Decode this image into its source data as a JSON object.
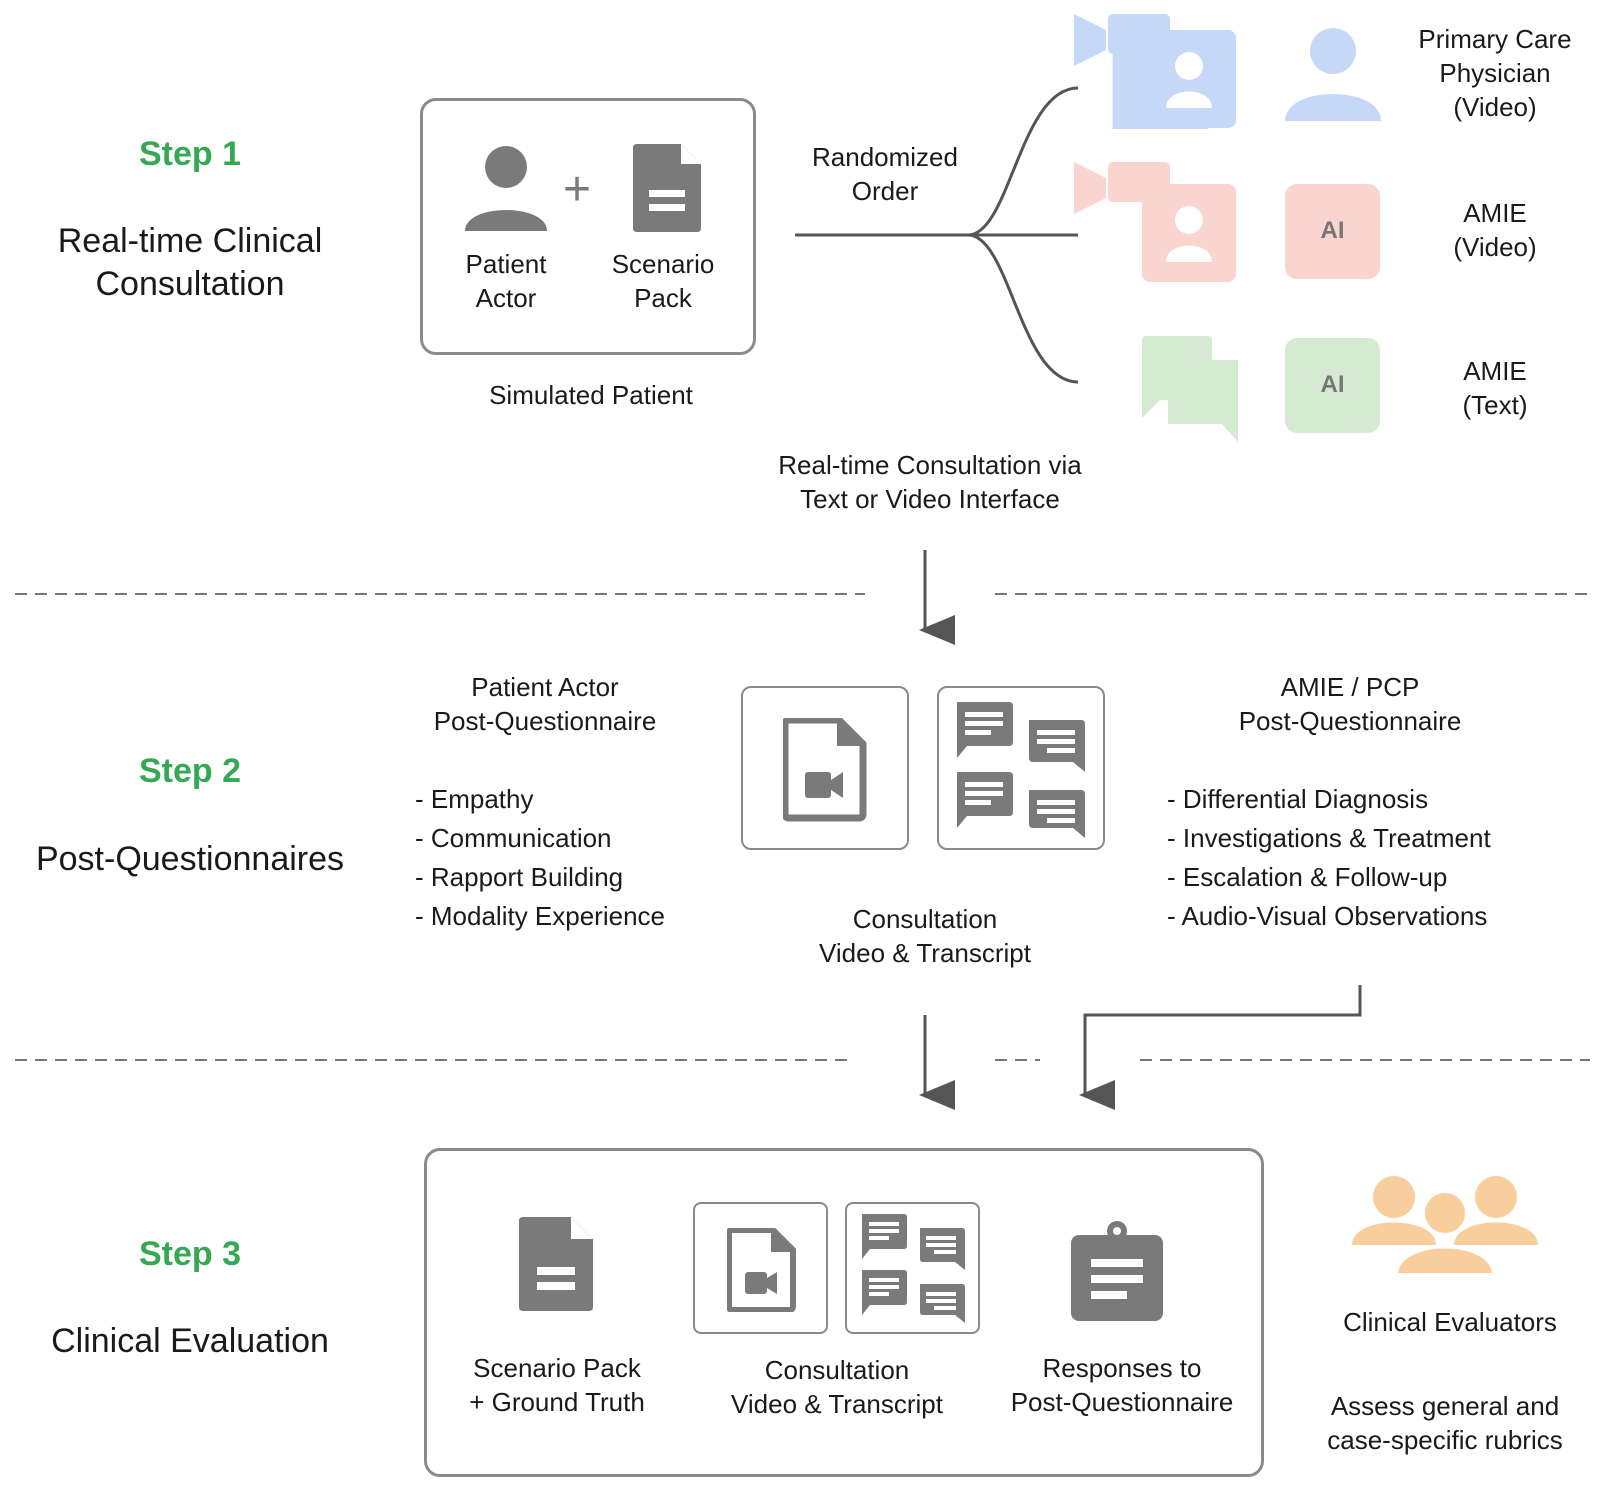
{
  "colors": {
    "step_green": "#34a853",
    "icon_gray": "#7a7a7a",
    "pcp_blue": "#c5d8f7",
    "amie_video_pink": "#fad4cf",
    "amie_text_green": "#d6ead3",
    "evaluator_orange": "#f8cf9c"
  },
  "step1": {
    "label": "Step 1",
    "name_line1": "Real-time Clinical",
    "name_line2": "Consultation",
    "simulated_patient": {
      "caption": "Simulated Patient",
      "patient_actor_line1": "Patient",
      "patient_actor_line2": "Actor",
      "plus": "+",
      "scenario_pack_line1": "Scenario",
      "scenario_pack_line2": "Pack",
      "icons": [
        "person-icon",
        "document-icon"
      ]
    },
    "randomized_line1": "Randomized",
    "randomized_line2": "Order",
    "interface_line1": "Real-time Consultation via",
    "interface_line2": "Text or Video Interface",
    "arms": [
      {
        "line1": "Primary Care",
        "line2": "Physician",
        "line3": "(Video)",
        "icons": [
          "video-call-icon",
          "person-icon"
        ]
      },
      {
        "line1": "AMIE",
        "line2": "(Video)",
        "badge": "AI",
        "icons": [
          "video-call-icon",
          "ai-badge-icon"
        ]
      },
      {
        "line1": "AMIE",
        "line2": "(Text)",
        "badge": "AI",
        "icons": [
          "chat-icon",
          "ai-badge-icon"
        ]
      }
    ]
  },
  "step2": {
    "label": "Step 2",
    "name": "Post-Questionnaires",
    "patient_q_title_line1": "Patient Actor",
    "patient_q_title_line2": "Post-Questionnaire",
    "patient_q_items": [
      "- Empathy",
      "- Communication",
      "- Rapport Building",
      "- Modality Experience"
    ],
    "artifacts_line1": "Consultation",
    "artifacts_line2": "Video & Transcript",
    "artifact_icons": [
      "video-file-icon",
      "transcript-icon"
    ],
    "amie_q_title_line1": "AMIE / PCP",
    "amie_q_title_line2": "Post-Questionnaire",
    "amie_q_items": [
      "- Differential Diagnosis",
      "- Investigations & Treatment",
      "- Escalation & Follow-up",
      "- Audio-Visual Observations"
    ]
  },
  "step3": {
    "label": "Step 3",
    "name": "Clinical Evaluation",
    "items": [
      {
        "line1": "Scenario Pack",
        "line2": "+ Ground Truth",
        "icon": "document-icon"
      },
      {
        "line1": "Consultation",
        "line2": "Video & Transcript",
        "icon": "video-transcript-icon"
      },
      {
        "line1": "Responses to",
        "line2": "Post-Questionnaire",
        "icon": "clipboard-icon"
      }
    ],
    "evaluators": "Clinical Evaluators",
    "assess_line1": "Assess general and",
    "assess_line2": "case-specific rubrics",
    "evaluator_icon": "group-icon"
  }
}
